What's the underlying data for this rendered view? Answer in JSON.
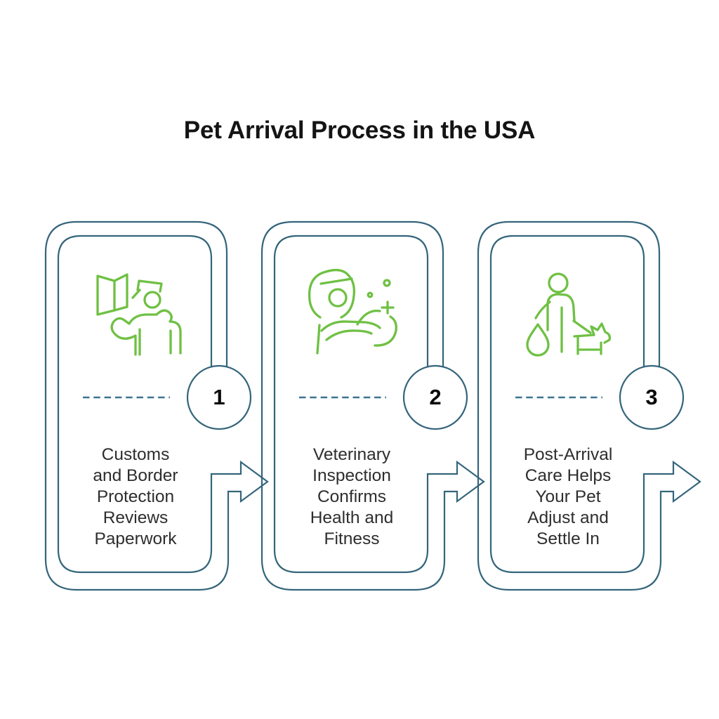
{
  "title": "Pet Arrival Process in the USA",
  "palette": {
    "outline_blue": "#34657B",
    "dash_blue": "#3C7390",
    "icon_green": "#6FC043",
    "text_dark": "#2E2E2E",
    "number_black": "#0A0A0A",
    "background": "#FFFFFF"
  },
  "steps": [
    {
      "number": "1",
      "icon": "customs-officer-passport-icon",
      "label": "Customs\nand Border\nProtection\nReviews\nPaperwork"
    },
    {
      "number": "2",
      "icon": "veterinary-inspection-icon",
      "label": "Veterinary\nInspection\nConfirms\nHealth and\nFitness"
    },
    {
      "number": "3",
      "icon": "person-walking-dog-icon",
      "label": "Post-Arrival\nCare Helps\nYour Pet\nAdjust and\nSettle In"
    }
  ]
}
